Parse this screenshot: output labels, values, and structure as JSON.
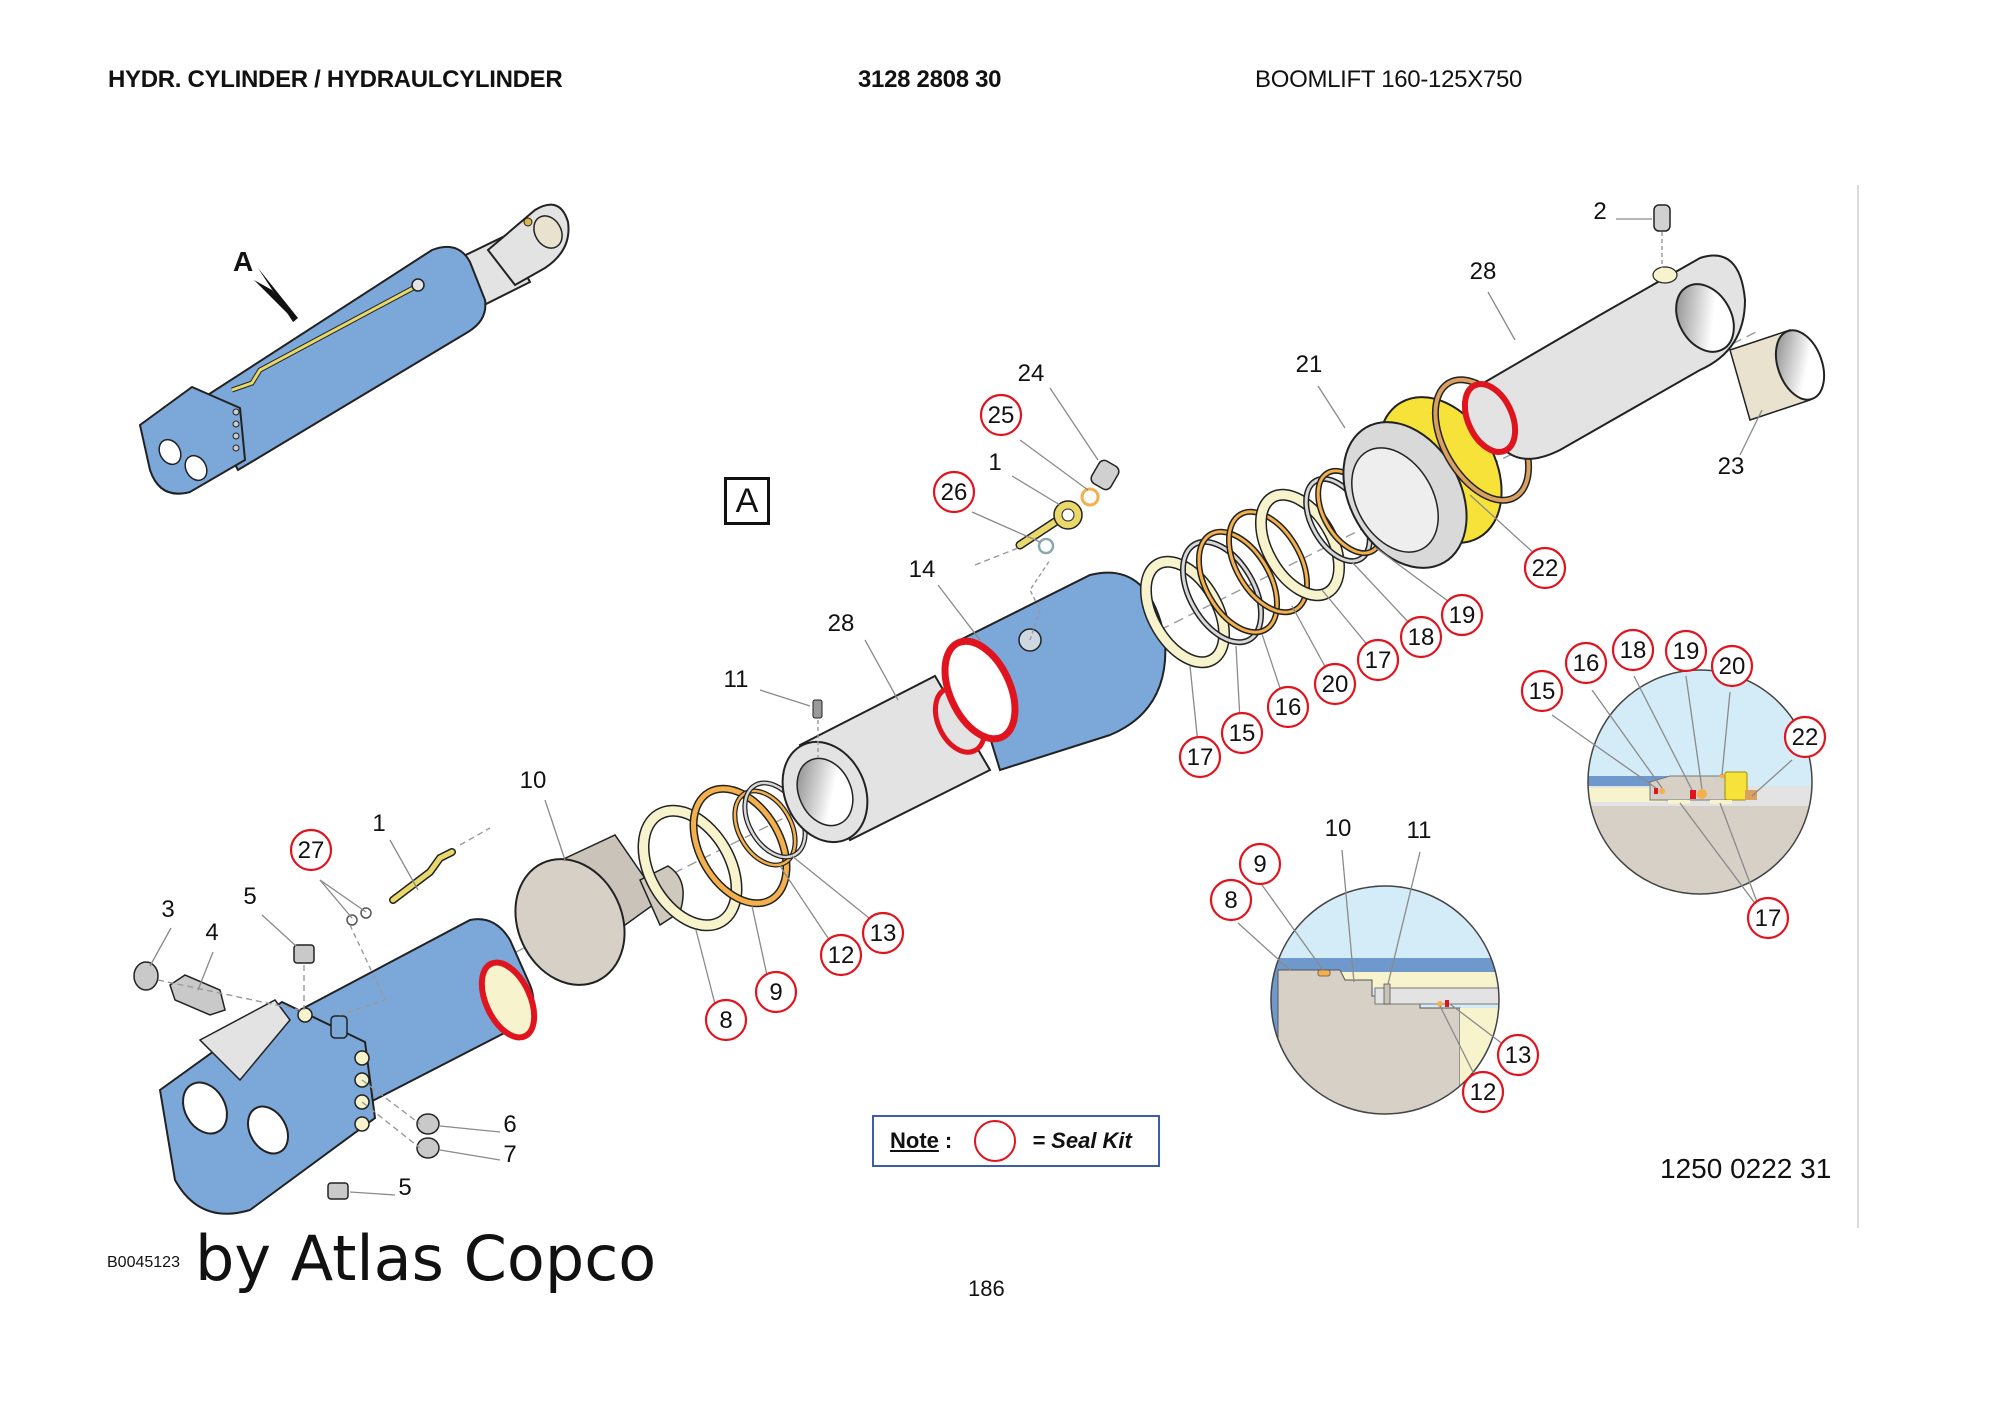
{
  "header": {
    "title": "HYDR. CYLINDER / HYDRAULCYLINDER",
    "part_number": "3128 2808 30",
    "model": "BOOMLIFT 160-125X750"
  },
  "overview": {
    "view_marker": "A"
  },
  "view_box_label": "A",
  "colors": {
    "cylinder_blue": "#7ba7d9",
    "rod_grey": "#e3e3e3",
    "seal_red": "#e0141e",
    "pipe_yellow": "#e8d96a",
    "gland_yellow": "#f7e23a",
    "ring_orange": "#f3b04c",
    "guide_cream": "#f7f3cc",
    "note_border": "#3a5ea8"
  },
  "callouts": [
    {
      "num": "24",
      "seal_kit": false
    },
    {
      "num": "25",
      "seal_kit": true
    },
    {
      "num": "1",
      "seal_kit": false
    },
    {
      "num": "26",
      "seal_kit": true
    },
    {
      "num": "14",
      "seal_kit": false
    },
    {
      "num": "28",
      "seal_kit": false
    },
    {
      "num": "11",
      "seal_kit": false
    },
    {
      "num": "10",
      "seal_kit": false
    },
    {
      "num": "1",
      "seal_kit": false
    },
    {
      "num": "27",
      "seal_kit": true
    },
    {
      "num": "3",
      "seal_kit": false
    },
    {
      "num": "4",
      "seal_kit": false
    },
    {
      "num": "5",
      "seal_kit": false
    },
    {
      "num": "6",
      "seal_kit": false
    },
    {
      "num": "7",
      "seal_kit": false
    },
    {
      "num": "5",
      "seal_kit": false
    },
    {
      "num": "8",
      "seal_kit": true
    },
    {
      "num": "9",
      "seal_kit": true
    },
    {
      "num": "12",
      "seal_kit": true
    },
    {
      "num": "13",
      "seal_kit": true
    },
    {
      "num": "17",
      "seal_kit": true
    },
    {
      "num": "15",
      "seal_kit": true
    },
    {
      "num": "16",
      "seal_kit": true
    },
    {
      "num": "20",
      "seal_kit": true
    },
    {
      "num": "17",
      "seal_kit": true
    },
    {
      "num": "18",
      "seal_kit": true
    },
    {
      "num": "19",
      "seal_kit": true
    },
    {
      "num": "21",
      "seal_kit": false
    },
    {
      "num": "22",
      "seal_kit": true
    },
    {
      "num": "28",
      "seal_kit": false
    },
    {
      "num": "2",
      "seal_kit": false
    },
    {
      "num": "23",
      "seal_kit": false
    }
  ],
  "detail_piston": {
    "labels": [
      {
        "num": "9",
        "seal_kit": true
      },
      {
        "num": "8",
        "seal_kit": true
      },
      {
        "num": "10",
        "seal_kit": false
      },
      {
        "num": "11",
        "seal_kit": false
      },
      {
        "num": "13",
        "seal_kit": true
      },
      {
        "num": "12",
        "seal_kit": true
      }
    ]
  },
  "detail_gland": {
    "labels": [
      {
        "num": "15",
        "seal_kit": true
      },
      {
        "num": "16",
        "seal_kit": true
      },
      {
        "num": "18",
        "seal_kit": true
      },
      {
        "num": "19",
        "seal_kit": true
      },
      {
        "num": "20",
        "seal_kit": true
      },
      {
        "num": "22",
        "seal_kit": true
      },
      {
        "num": "17",
        "seal_kit": true
      }
    ]
  },
  "note": {
    "label": "Note",
    "colon": ":",
    "text": "= Seal Kit"
  },
  "footer": {
    "reference_code": "1250 0222 31",
    "image_id": "B0045123",
    "brand": "by Atlas Copco",
    "page_number": "186"
  }
}
